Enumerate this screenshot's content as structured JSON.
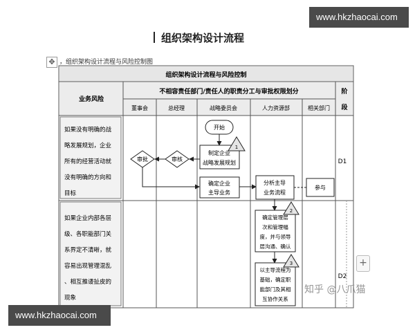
{
  "watermark": {
    "top": "www.hkzhaocai.com",
    "bottom": "www.hkzhaocai.com"
  },
  "page_title": "组织架构设计流程",
  "caption": "，组织架构设计流程与风险控制图",
  "zhihu_watermark": "知乎 @八爪猫",
  "table": {
    "title": "组织架构设计流程与风险控制",
    "risk_header": "业务风险",
    "division_header": "不相容责任部门/责任人的职责分工与审批权限划分",
    "stage_header": "阶段",
    "columns": [
      "董事会",
      "总经理",
      "战略委员会",
      "人力资源部",
      "相关部门"
    ],
    "risks": [
      "如果没有明确的战略发展规划，企业所有的经营活动就没有明确的方向和目标",
      "如果企业内部各层级、各职能部门关系界定不清晰，就容易出现管理混乱、相互推诿扯皮的现象"
    ],
    "stages": [
      "D1",
      "D2"
    ],
    "nodes": {
      "start": "开始",
      "approve": "审批",
      "review": "审核",
      "plan": [
        "制定企业",
        "战略发展规划"
      ],
      "confirm": [
        "确定企业",
        "主导业务"
      ],
      "analyze": [
        "分析主导",
        "业务流程"
      ],
      "participate": "参与",
      "mgmt": [
        "确定管理层",
        "次和管理幅",
        "度，并与领导",
        "层沟通、确认"
      ],
      "func": [
        "以主导流程为",
        "基础，确定职",
        "能部门及其相",
        "互协作关系"
      ],
      "markers": [
        "1",
        "2",
        "3"
      ]
    }
  }
}
